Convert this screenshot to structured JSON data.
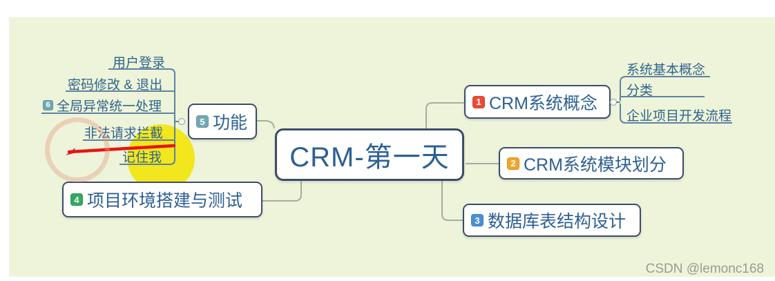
{
  "watermark": "CSDN @lemonc168",
  "colors": {
    "background": "#eef4d9",
    "node_border": "#3b4c6b",
    "node_text": "#2d6094",
    "elbow_line": "#a3aea0",
    "child_line": "#5e82a2",
    "highlight_yellow": "#f2e40e",
    "annotation_red": "#e81414",
    "ring_pink": "rgba(226,152,130,0.38)"
  },
  "center": {
    "label": "CRM-第一天"
  },
  "right_branches": [
    {
      "badge": "1",
      "badge_color": "#ec4b33",
      "label": "CRM系统概念",
      "children": [
        "系统基本概念",
        "分类",
        "企业项目开发流程"
      ]
    },
    {
      "badge": "2",
      "badge_color": "#f4a42c",
      "label": "CRM系统模块划分",
      "children": []
    },
    {
      "badge": "3",
      "badge_color": "#4b90d6",
      "label": "数据库表结构设计",
      "children": []
    }
  ],
  "left_branches": [
    {
      "badge": "5",
      "badge_color": "#72a9b4",
      "label": "功能",
      "children": [
        {
          "label": "用户登录"
        },
        {
          "label": "密码修改 & 退出"
        },
        {
          "badge": "6",
          "badge_color": "#72a9b4",
          "label": "全局异常统一处理"
        },
        {
          "label": "非法请求拦截",
          "annotation": "red-underline"
        },
        {
          "label": "记住我",
          "annotation": "yellow-highlight"
        }
      ]
    },
    {
      "badge": "4",
      "badge_color": "#33a95d",
      "label": "项目环境搭建与测试",
      "children": []
    }
  ]
}
